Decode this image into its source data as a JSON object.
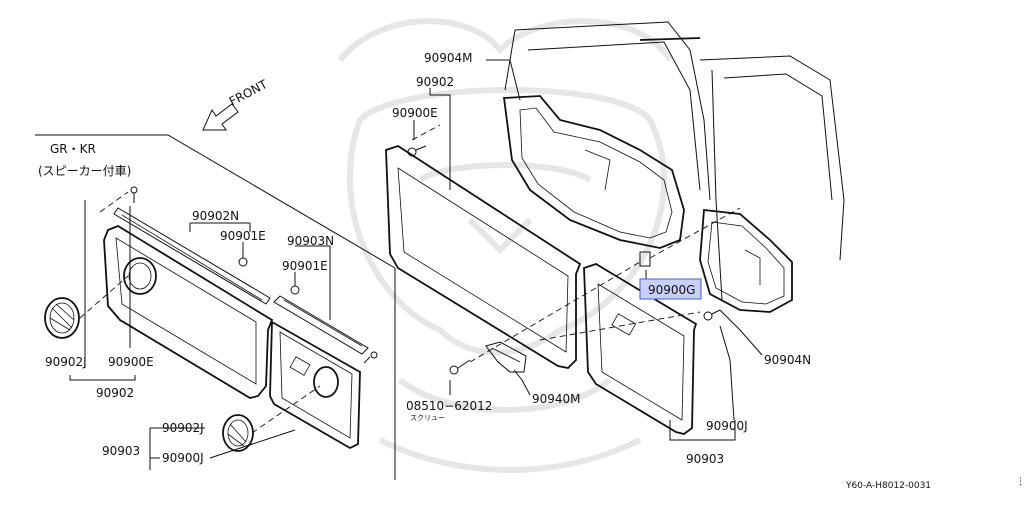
{
  "diagram": {
    "front_label": "FRONT",
    "variant_title": "GR・KR",
    "variant_subtitle": "(スピーカー付車)",
    "left": {
      "label_90902N": "90902N",
      "label_90901E_a": "90901E",
      "label_90903N": "90903N",
      "label_90901E_b": "90901E",
      "label_90902J_a": "90902J",
      "label_90900E": "90900E",
      "label_90902_bottom": "90902",
      "label_90902J_b": "90902J",
      "label_90903": "90903",
      "label_90900J": "90900J"
    },
    "right": {
      "label_90904M": "90904M",
      "label_90902": "90902",
      "label_90900E": "90900E",
      "label_90900G": "90900G",
      "label_90904N": "90904N",
      "label_08510": "08510−62012",
      "label_screw": "スクリュー",
      "label_90940M": "90940M",
      "label_90900J": "90900J",
      "label_90903": "90903"
    },
    "diagram_code": "Y60-A-H8012-0031",
    "highlight_color": "#c8d0f5"
  }
}
